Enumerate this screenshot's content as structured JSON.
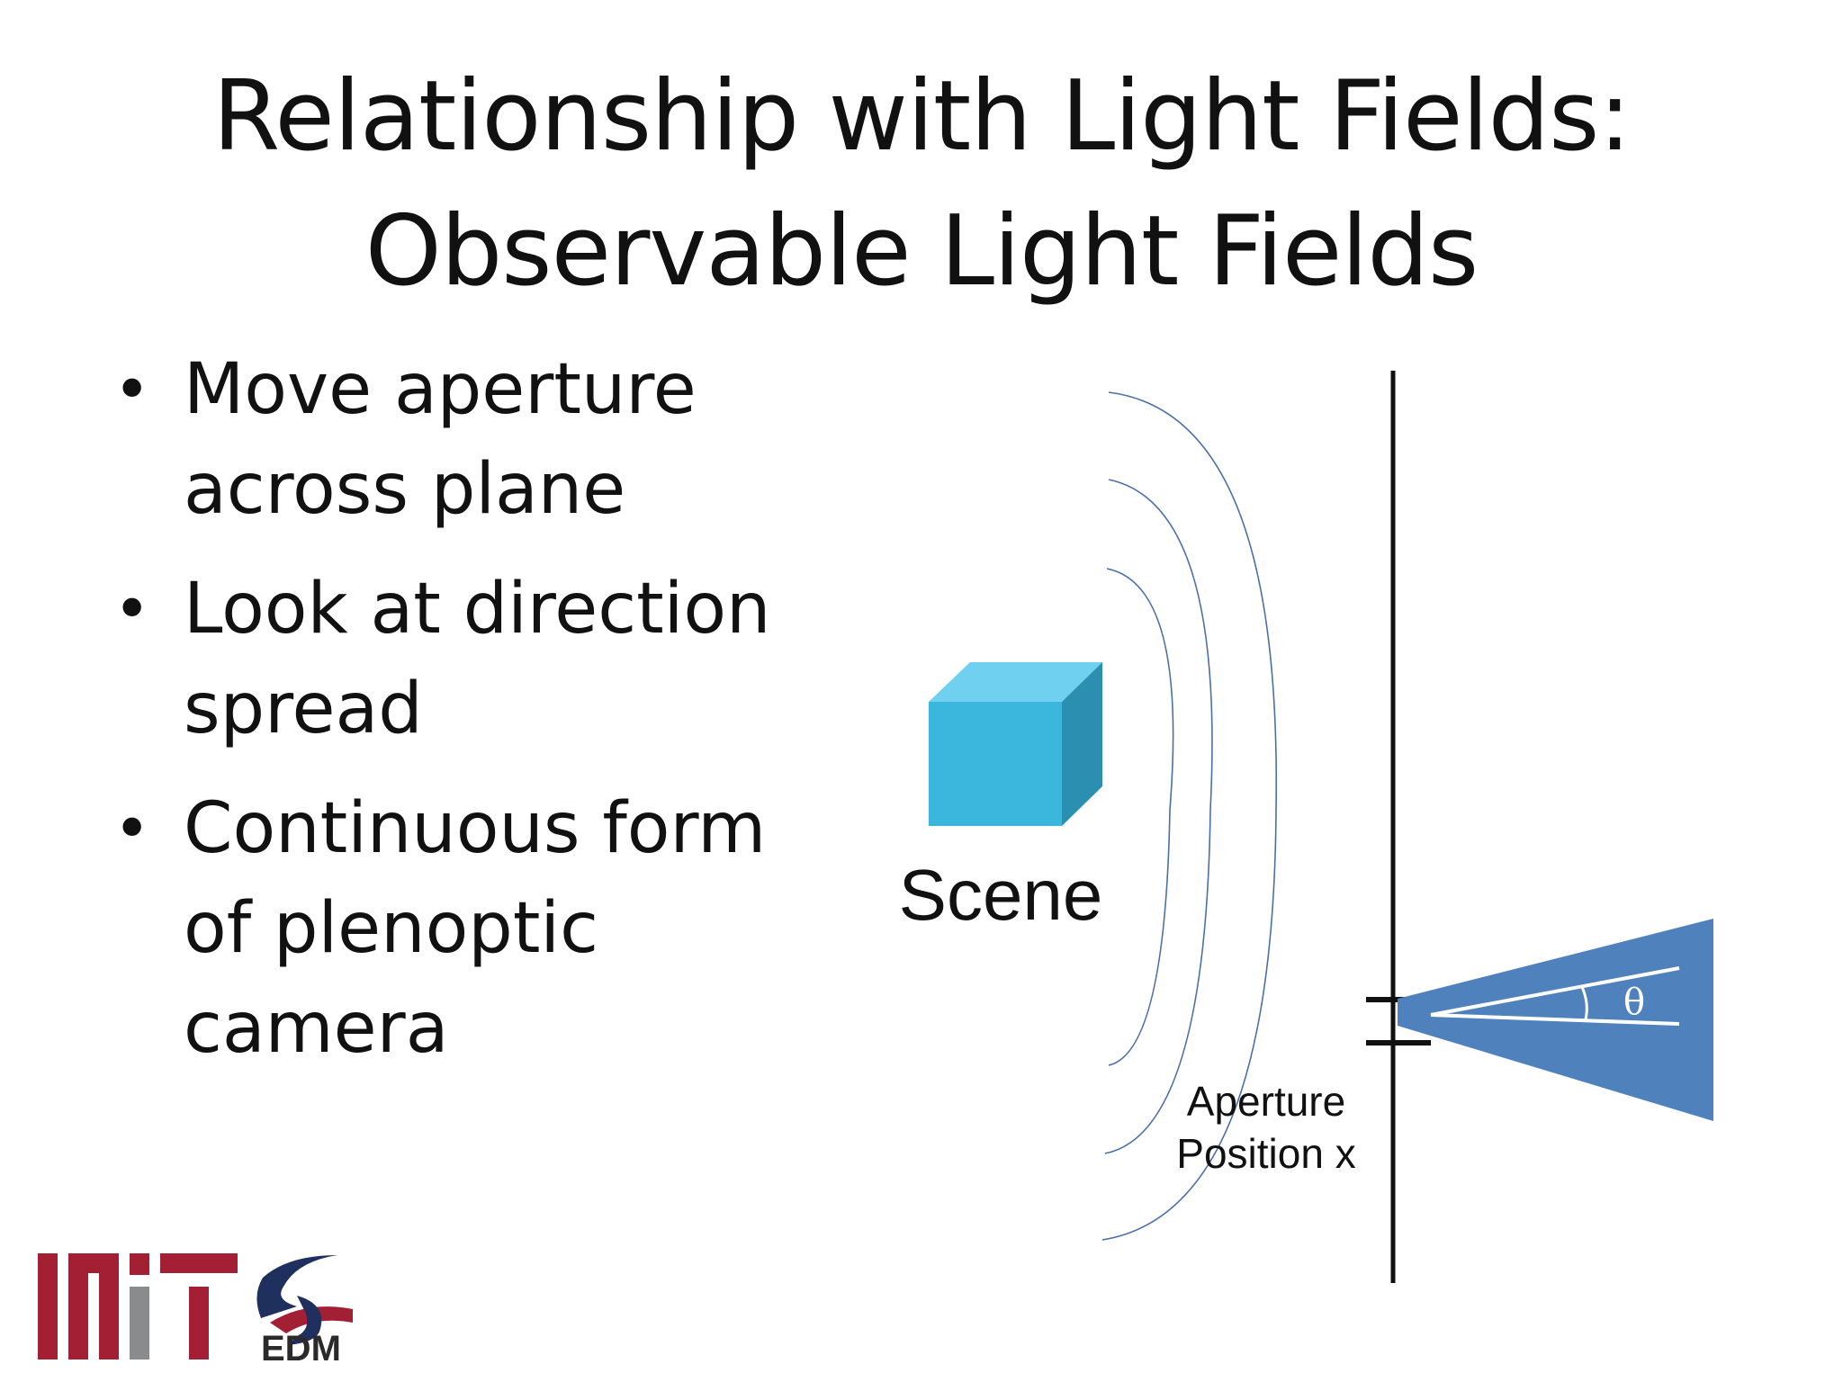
{
  "slide": {
    "title_lines": [
      "Relationship with Light Fields:",
      "Observable Light Fields"
    ],
    "bullets": [
      "Move aperture across plane",
      "Look at direction spread",
      "Continuous form of plenoptic camera"
    ]
  },
  "diagram": {
    "scene_label": "Scene",
    "aperture_label_line1": "Aperture",
    "aperture_label_line2": "Position x",
    "angle_symbol": "θ",
    "colors": {
      "cube_front": "#3bb7dd",
      "cube_top": "#6fd0ef",
      "cube_side": "#2a8fb0",
      "wavefront": "#4a6fa8",
      "cone": "#4f81bd",
      "plane": "#111111"
    }
  },
  "logos": {
    "edm_text": "EDM",
    "colors": {
      "mit_red": "#a31f34",
      "mit_gray": "#8a8b8c",
      "edm_navy": "#1f2f5e"
    }
  }
}
